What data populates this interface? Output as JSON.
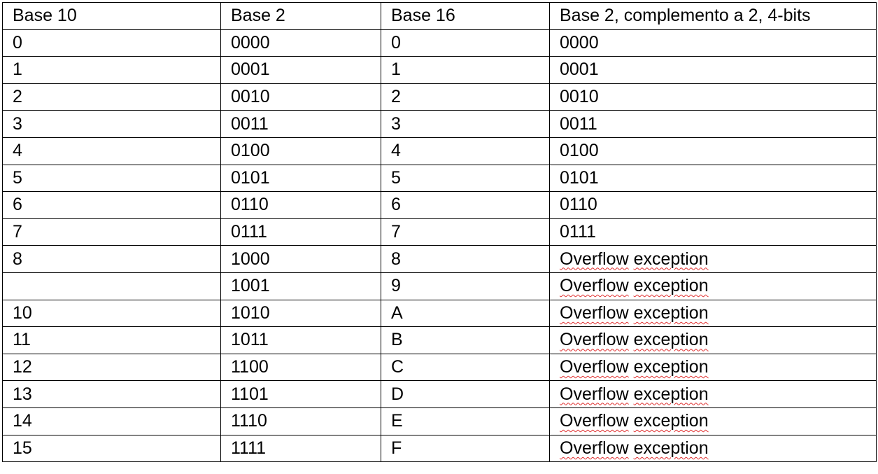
{
  "table": {
    "headers": [
      "Base 10",
      "Base 2",
      "Base 16",
      "Base 2, complemento a 2, 4-bits"
    ],
    "rows": [
      {
        "base10": "0",
        "base2": "0000",
        "base16": "0",
        "twos": "0000",
        "overflow": false
      },
      {
        "base10": "1",
        "base2": "0001",
        "base16": "1",
        "twos": "0001",
        "overflow": false
      },
      {
        "base10": "2",
        "base2": "0010",
        "base16": "2",
        "twos": "0010",
        "overflow": false
      },
      {
        "base10": "3",
        "base2": "0011",
        "base16": "3",
        "twos": "0011",
        "overflow": false
      },
      {
        "base10": "4",
        "base2": "0100",
        "base16": "4",
        "twos": "0100",
        "overflow": false
      },
      {
        "base10": "5",
        "base2": "0101",
        "base16": "5",
        "twos": "0101",
        "overflow": false
      },
      {
        "base10": "6",
        "base2": "0110",
        "base16": "6",
        "twos": "0110",
        "overflow": false
      },
      {
        "base10": "7",
        "base2": "0111",
        "base16": "7",
        "twos": "0111",
        "overflow": false
      },
      {
        "base10": "8",
        "base2": "1000",
        "base16": "8",
        "twos": "Overflow exception",
        "overflow": true
      },
      {
        "base10": "",
        "base2": "1001",
        "base16": "9",
        "twos": "Overflow exception",
        "overflow": true
      },
      {
        "base10": "10",
        "base2": "1010",
        "base16": "A",
        "twos": "Overflow exception",
        "overflow": true
      },
      {
        "base10": "11",
        "base2": "1011",
        "base16": "B",
        "twos": "Overflow exception",
        "overflow": true
      },
      {
        "base10": "12",
        "base2": "1100",
        "base16": "C",
        "twos": "Overflow exception",
        "overflow": true
      },
      {
        "base10": "13",
        "base2": "1101",
        "base16": "D",
        "twos": "Overflow exception",
        "overflow": true
      },
      {
        "base10": "14",
        "base2": "1110",
        "base16": "E",
        "twos": "Overflow exception",
        "overflow": true
      },
      {
        "base10": "15",
        "base2": "1111",
        "base16": "F",
        "twos": "Overflow exception",
        "overflow": true
      }
    ]
  },
  "colors": {
    "border": "#000000",
    "text": "#000000",
    "spellcheck_underline": "#e03030"
  }
}
